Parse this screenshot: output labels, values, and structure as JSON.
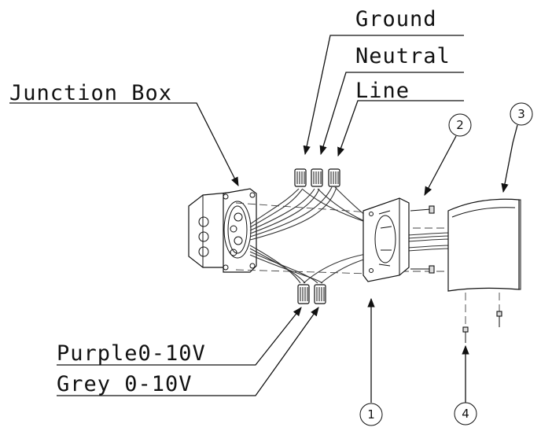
{
  "labels": {
    "ground": "Ground",
    "neutral": "Neutral",
    "line": "Line",
    "junction_box": "Junction Box",
    "purple": "Purple0-10V",
    "grey": "Grey 0-10V"
  },
  "callouts": {
    "one": "1",
    "two": "2",
    "three": "3",
    "four": "4"
  },
  "colors": {
    "ink": "#111111",
    "background": "#ffffff"
  }
}
